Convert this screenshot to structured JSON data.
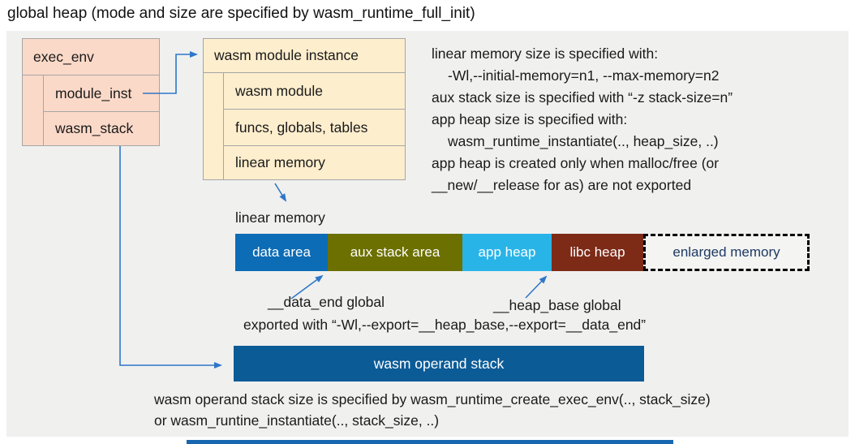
{
  "title": "global heap (mode and size are specified by wasm_runtime_full_init)",
  "colors": {
    "panel_bg": "#f0f0ef",
    "struct_pink": "#fbd9c8",
    "struct_cream": "#fdeecd",
    "box_border": "#a6a6a6",
    "arrow_blue": "#2e77c8",
    "operand_stack_blue": "#0b5b97",
    "enlarged_memory_text": "#1e3a63",
    "bottom_bar_blue": "#1767b0"
  },
  "exec_env": {
    "header": "exec_env",
    "rows": [
      "module_inst",
      "wasm_stack"
    ]
  },
  "module_instance": {
    "header": "wasm module instance",
    "rows": [
      "wasm module",
      "funcs, globals, tables",
      "linear memory"
    ]
  },
  "notes_top": {
    "lines": [
      "linear memory size is specified with:",
      "-Wl,--initial-memory=n1, --max-memory=n2",
      "aux stack size is specified with “-z stack-size=n”",
      "app heap size is specified with:",
      "wasm_runtime_instantiate(.., heap_size, ..)",
      "app heap is created only when malloc/free (or",
      "__new/__release for as) are not exported"
    ]
  },
  "linear_memory": {
    "label": "linear memory",
    "segments": [
      {
        "label": "data area",
        "color": "#0c6cb5"
      },
      {
        "label": "aux stack area",
        "color": "#6c7000"
      },
      {
        "label": "app heap",
        "color": "#29b4e8"
      },
      {
        "label": "libc heap",
        "color": "#7d2a17"
      },
      {
        "label": "enlarged memory",
        "color": "#f4f4f3"
      }
    ],
    "data_end_label": "__data_end global",
    "heap_base_label": "__heap_base global",
    "export_note": "exported with “-Wl,--export=__heap_base,--export=__data_end”"
  },
  "operand_stack": {
    "label": "wasm operand stack"
  },
  "notes_bottom": {
    "lines": [
      "wasm operand stack size is specified by wasm_runtime_create_exec_env(.., stack_size)",
      "or wasm_runtine_instantiate(.., stack_size, ..)"
    ]
  }
}
